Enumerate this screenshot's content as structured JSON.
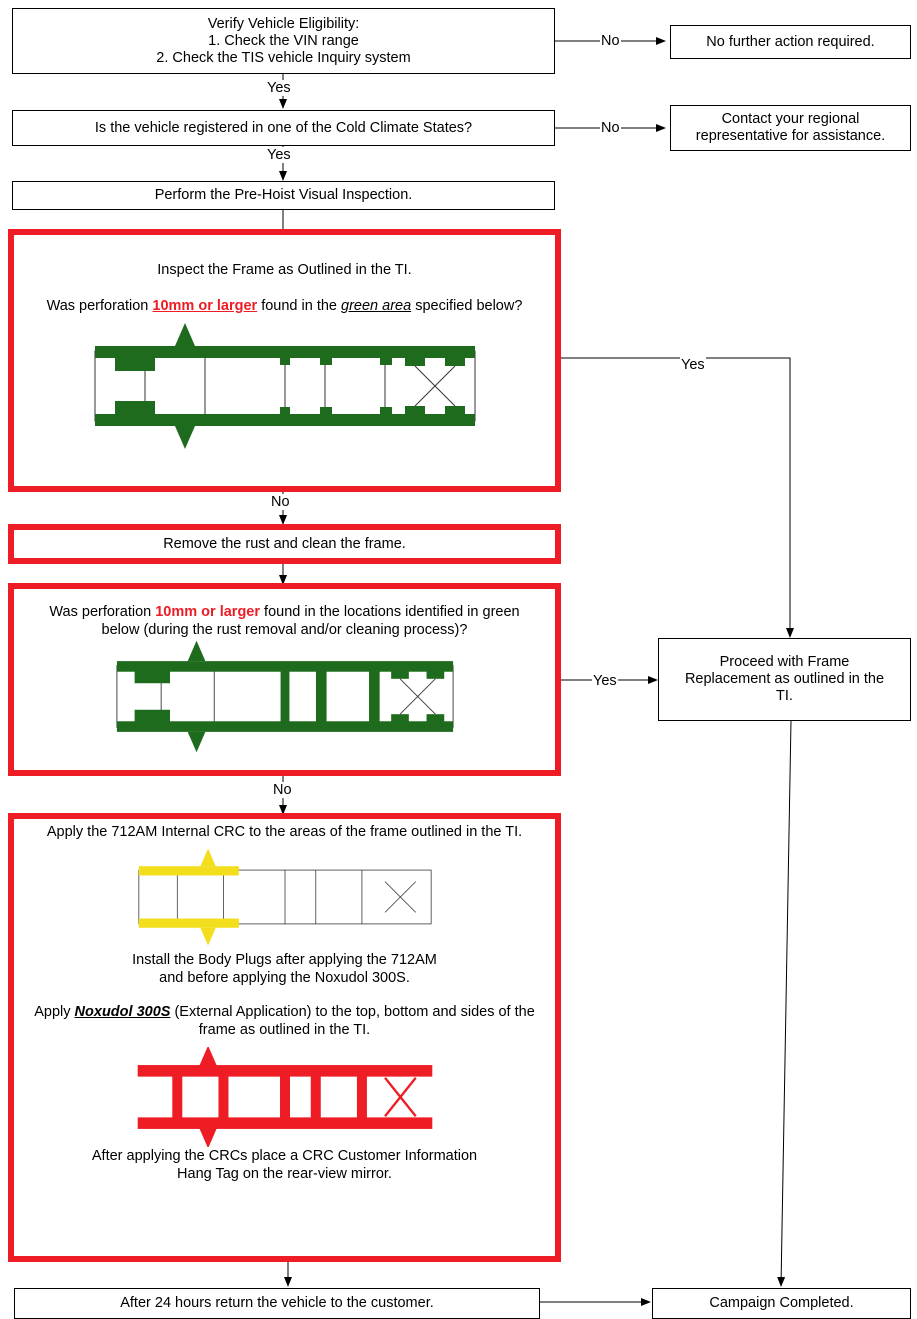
{
  "steps": {
    "verify": {
      "title": "Verify Vehicle Eligibility:",
      "line1": "1. Check the VIN range",
      "line2": "2. Check the TIS vehicle Inquiry system"
    },
    "no_action": "No further action required.",
    "cold_climate": "Is the vehicle registered in one of the Cold Climate States?",
    "contact": {
      "line1": "Contact your regional",
      "line2": "representative for assistance."
    },
    "prehoist": "Perform the Pre-Hoist Visual Inspection.",
    "inspect": {
      "line1": "Inspect the Frame as Outlined in the TI.",
      "q_pre": "Was perforation ",
      "q_size": "10mm or larger",
      "q_mid": " found in the ",
      "q_area": "green area",
      "q_post": " specified below?"
    },
    "remove_rust": "Remove the rust and clean the frame.",
    "perforation2": {
      "q_pre": "Was perforation ",
      "q_size": "10mm or larger",
      "q_post": " found in the locations identified in green below (during the rust removal and/or cleaning process)?"
    },
    "replacement": {
      "line1": "Proceed with Frame",
      "line2": "Replacement as outlined in the",
      "line3": "TI."
    },
    "apply": {
      "line1": "Apply the 712AM Internal CRC to the areas of the frame outlined in the TI.",
      "plugs1": "Install the Body Plugs after applying the 712AM",
      "plugs2": "and before applying the Noxudol 300S.",
      "nox_pre": "Apply ",
      "nox_name": "Noxudol 300S",
      "nox_post": " (External Application) to the top, bottom and sides of the frame as outlined in the TI.",
      "tag1": "After applying the CRCs place a CRC Customer Information",
      "tag2": "Hang Tag on the rear-view mirror."
    },
    "return": "After 24 hours return the vehicle to the customer.",
    "completed": "Campaign Completed."
  },
  "connector_labels": {
    "yes": "Yes",
    "no": "No"
  },
  "colors": {
    "highlight_red": "#ee1c24",
    "frame_green": "#1e6b1e",
    "frame_yellow": "#f2de1c",
    "frame_red": "#ee1c24"
  }
}
